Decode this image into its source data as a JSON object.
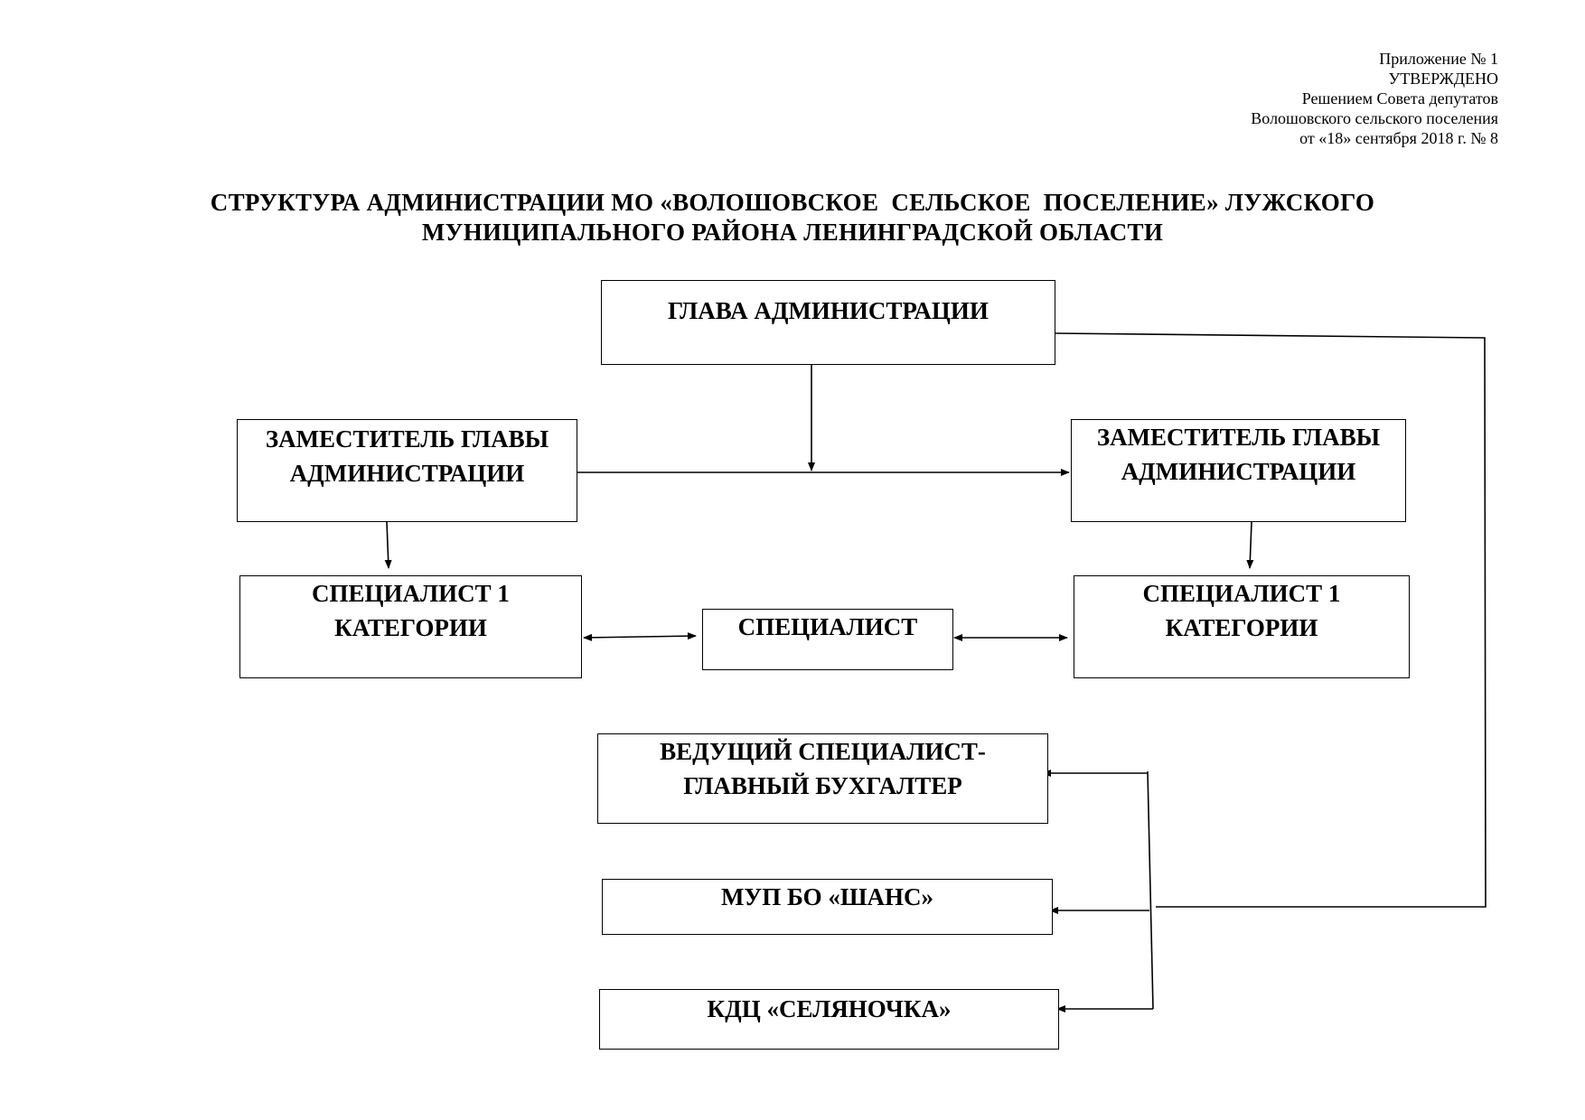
{
  "approval": {
    "line1": "Приложение № 1",
    "line2": "УТВЕРЖДЕНО",
    "line3": "Решением Совета депутатов",
    "line4": "Волошовского сельского поселения",
    "line5": "от «18» сентября 2018 г. № 8"
  },
  "title": {
    "line1": "СТРУКТУРА АДМИНИСТРАЦИИ МО «ВОЛОШОВСКОЕ  СЕЛЬСКОЕ  ПОСЕЛЕНИЕ» ЛУЖСКОГО",
    "line2": "МУНИЦИПАЛЬНОГО РАЙОНА ЛЕНИНГРАДСКОЙ ОБЛАСТИ"
  },
  "nodes": {
    "head": {
      "lines": [
        "ГЛАВА АДМИНИСТРАЦИИ"
      ]
    },
    "deputy_left": {
      "lines": [
        "ЗАМЕСТИТЕЛЬ ГЛАВЫ",
        "АДМИНИСТРАЦИИ"
      ]
    },
    "deputy_right": {
      "lines": [
        "ЗАМЕСТИТЕЛЬ ГЛАВЫ",
        "АДМИНИСТРАЦИИ"
      ]
    },
    "specialist_left": {
      "lines": [
        "СПЕЦИАЛИСТ 1",
        "КАТЕГОРИИ"
      ]
    },
    "specialist_center": {
      "lines": [
        "СПЕЦИАЛИСТ"
      ]
    },
    "specialist_right": {
      "lines": [
        "СПЕЦИАЛИСТ 1",
        "КАТЕГОРИИ"
      ]
    },
    "chief_accountant": {
      "lines": [
        "ВЕДУЩИЙ СПЕЦИАЛИСТ-",
        "ГЛАВНЫЙ БУХГАЛТЕР"
      ]
    },
    "mup": {
      "lines": [
        "МУП БО «ШАНС»"
      ]
    },
    "kdc": {
      "lines": [
        "КДЦ «СЕЛЯНОЧКА»"
      ]
    }
  },
  "edges": [
    {
      "from": "head",
      "to": "deputy_right",
      "style": "arrow"
    },
    {
      "from": "deputy_left",
      "to": "deputy_right",
      "style": "arrow"
    },
    {
      "from": "deputy_left",
      "to": "specialist_left",
      "style": "arrow"
    },
    {
      "from": "deputy_right",
      "to": "specialist_right",
      "style": "arrow"
    },
    {
      "from": "specialist_left",
      "to": "specialist_center",
      "style": "double-arrow"
    },
    {
      "from": "specialist_center",
      "to": "specialist_right",
      "style": "double-arrow"
    },
    {
      "from": "head",
      "to": "chief_accountant",
      "style": "arrow"
    },
    {
      "from": "head",
      "to": "mup",
      "style": "arrow"
    },
    {
      "from": "head",
      "to": "kdc",
      "style": "arrow"
    }
  ]
}
